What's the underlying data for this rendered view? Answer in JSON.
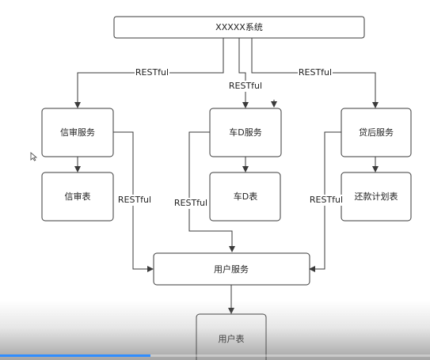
{
  "diagram": {
    "nodes": {
      "system": "XXXXX系统",
      "credit_service": "信审服务",
      "credit_table": "信审表",
      "car_service": "车D服务",
      "car_table": "车D表",
      "postloan_service": "贷后服务",
      "repayment_table": "还款计划表",
      "user_service": "用户服务",
      "user_table": "用户表"
    },
    "edge_labels": {
      "system_to_credit": "RESTful",
      "system_to_car": "RESTful",
      "system_to_postloan": "RESTful",
      "credit_to_user": "RESTful",
      "car_to_user": "RESTful",
      "postloan_to_user": "RESTful"
    }
  },
  "video_player": {
    "progress_fraction": 0.35
  },
  "colors": {
    "box_border": "#3a3a3a",
    "line": "#3a3a3a",
    "text": "#222222",
    "progress": "#2f8dff"
  },
  "icons": [
    "mouse-cursor-icon"
  ]
}
